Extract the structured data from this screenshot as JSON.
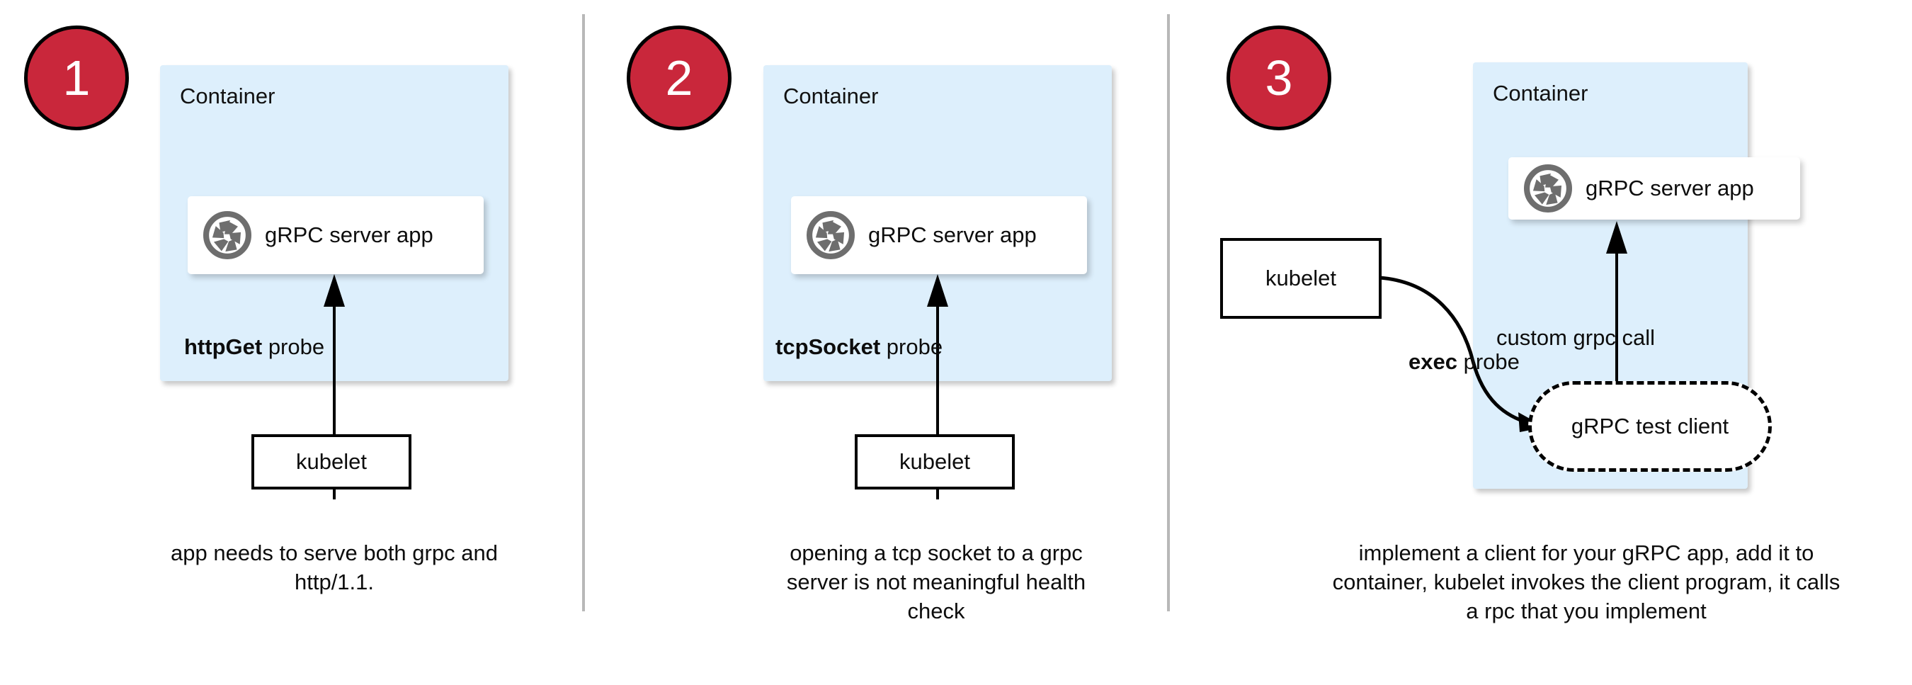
{
  "diagram": {
    "title": "gRPC health probe approaches in Kubernetes",
    "colors": {
      "badge_fill": "#c9273b",
      "badge_stroke": "#000000",
      "badge_text": "#ffffff",
      "container_fill": "#ddeffc",
      "card_fill": "#ffffff",
      "stroke": "#000000",
      "divider": "#b8b8b8",
      "grpc_icon": "#6e6e6e"
    },
    "shared": {
      "container_label": "Container",
      "server_app_label": "gRPC server app",
      "kubelet_label": "kubelet",
      "grpc_icon_name": "grpc-aperture-icon"
    },
    "panels": [
      {
        "number": "1",
        "container_label": "Container",
        "app_label": "gRPC server app",
        "probe_label_bold": "httpGet",
        "probe_label_rest": " probe",
        "kubelet_label": "kubelet",
        "caption": "app needs to serve both grpc and http/1.1."
      },
      {
        "number": "2",
        "container_label": "Container",
        "app_label": "gRPC server app",
        "probe_label_bold": "tcpSocket",
        "probe_label_rest": " probe",
        "kubelet_label": "kubelet",
        "caption": "opening a tcp socket to a grpc server is not meaningful health check"
      },
      {
        "number": "3",
        "container_label": "Container",
        "app_label": "gRPC server app",
        "probe_label_bold": "exec",
        "probe_label_rest": " probe",
        "kubelet_label": "kubelet",
        "call_label": "custom grpc call",
        "test_client_label": "gRPC test client",
        "caption": "implement a client for your gRPC app, add it to container, kubelet invokes the client program, it calls a rpc that you implement"
      }
    ]
  }
}
